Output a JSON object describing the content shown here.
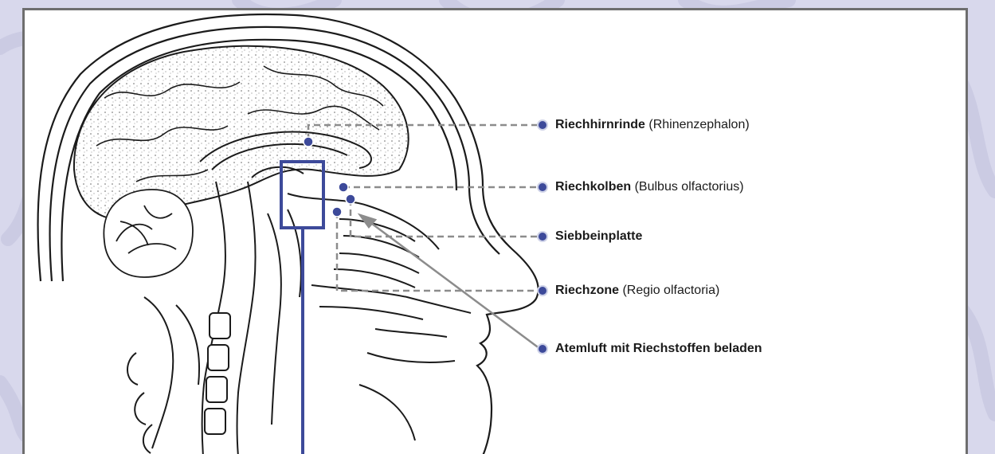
{
  "colors": {
    "background": "#d8d8ec",
    "panel": "#ffffff",
    "frame": "#6e6e6e",
    "accent": "#3d4a9a",
    "leader": "#8c8c8c",
    "arrow": "#8c8c8c",
    "outline": "#1b1b1b"
  },
  "labels": [
    {
      "bold": "Riechhirnrinde",
      "latin": "(Rhinenzephalon)"
    },
    {
      "bold": "Riechkolben",
      "latin": "(Bulbus olfactorius)"
    },
    {
      "bold": "Siebbeinplatte",
      "latin": ""
    },
    {
      "bold": "Riechzone",
      "latin": "(Regio olfactoria)"
    },
    {
      "bold": "Atemluft mit Riechstoffen beladen",
      "latin": ""
    }
  ],
  "icons": {
    "marker": "dot-marker-icon",
    "airflow": "arrow-icon",
    "region": "highlight-box-icon"
  }
}
